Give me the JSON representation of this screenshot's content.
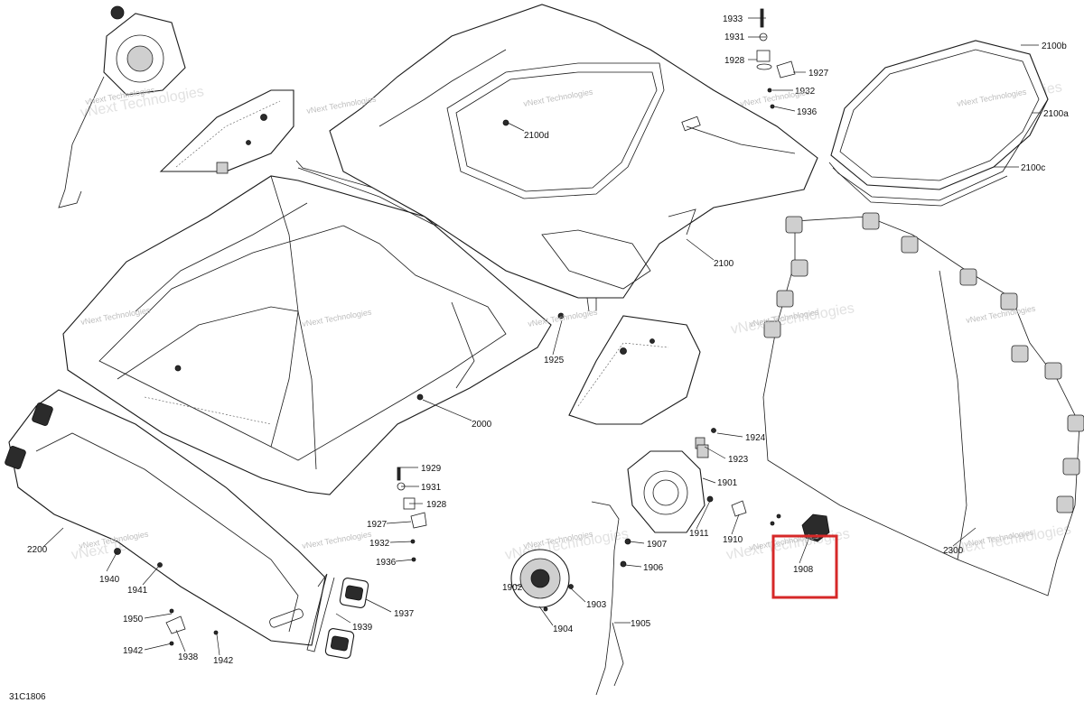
{
  "diagram": {
    "reference_code": "31C1806",
    "watermark": "vNext Technologies",
    "highlight_color": "#d62828",
    "highlighted_callout": "1908",
    "callouts": {
      "c1933": "1933",
      "c1931a": "1931",
      "c1928a": "1928",
      "c1927a": "1927",
      "c1932a": "1932",
      "c1936a": "1936",
      "c2100b": "2100b",
      "c2100a": "2100a",
      "c2100c": "2100c",
      "c2100d": "2100d",
      "c2100": "2100",
      "c1925": "1925",
      "c2000": "2000",
      "c1924": "1924",
      "c1923": "1923",
      "c1901": "1901",
      "c1911": "1911",
      "c1910": "1910",
      "c1908": "1908",
      "c2300": "2300",
      "c1929": "1929",
      "c1931b": "1931",
      "c1928b": "1928",
      "c1927b": "1927",
      "c1932b": "1932",
      "c1936b": "1936",
      "c2200": "2200",
      "c1940": "1940",
      "c1941": "1941",
      "c1950": "1950",
      "c1942a": "1942",
      "c1938": "1938",
      "c1942b": "1942",
      "c1937": "1937",
      "c1939": "1939",
      "c1907": "1907",
      "c1906": "1906",
      "c1902": "1902",
      "c1903": "1903",
      "c1904": "1904",
      "c1905": "1905"
    }
  }
}
